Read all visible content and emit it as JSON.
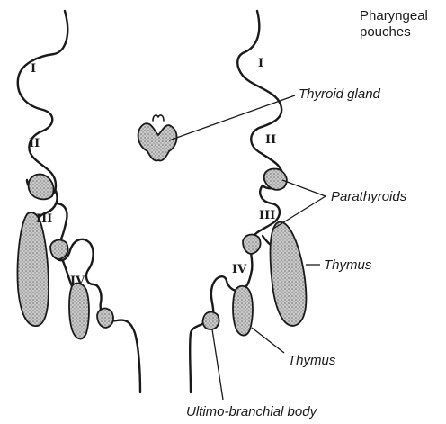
{
  "labels": {
    "pharyngeal_pouches": [
      "Pharyngeal",
      "pouches"
    ],
    "thyroid_gland": "Thyroid gland",
    "parathyroids": "Parathyroids",
    "thymus_upper": "Thymus",
    "thymus_lower": "Thymus",
    "ultimobranchial": "Ultimo-branchial body"
  },
  "pouch_numerals": {
    "left": [
      "I",
      "II",
      "III",
      "IV"
    ],
    "right": [
      "I",
      "II",
      "III",
      "IV"
    ]
  },
  "colors": {
    "ink": "#1a1a1a",
    "stipple": "#9a9a9a",
    "background": "#ffffff"
  }
}
